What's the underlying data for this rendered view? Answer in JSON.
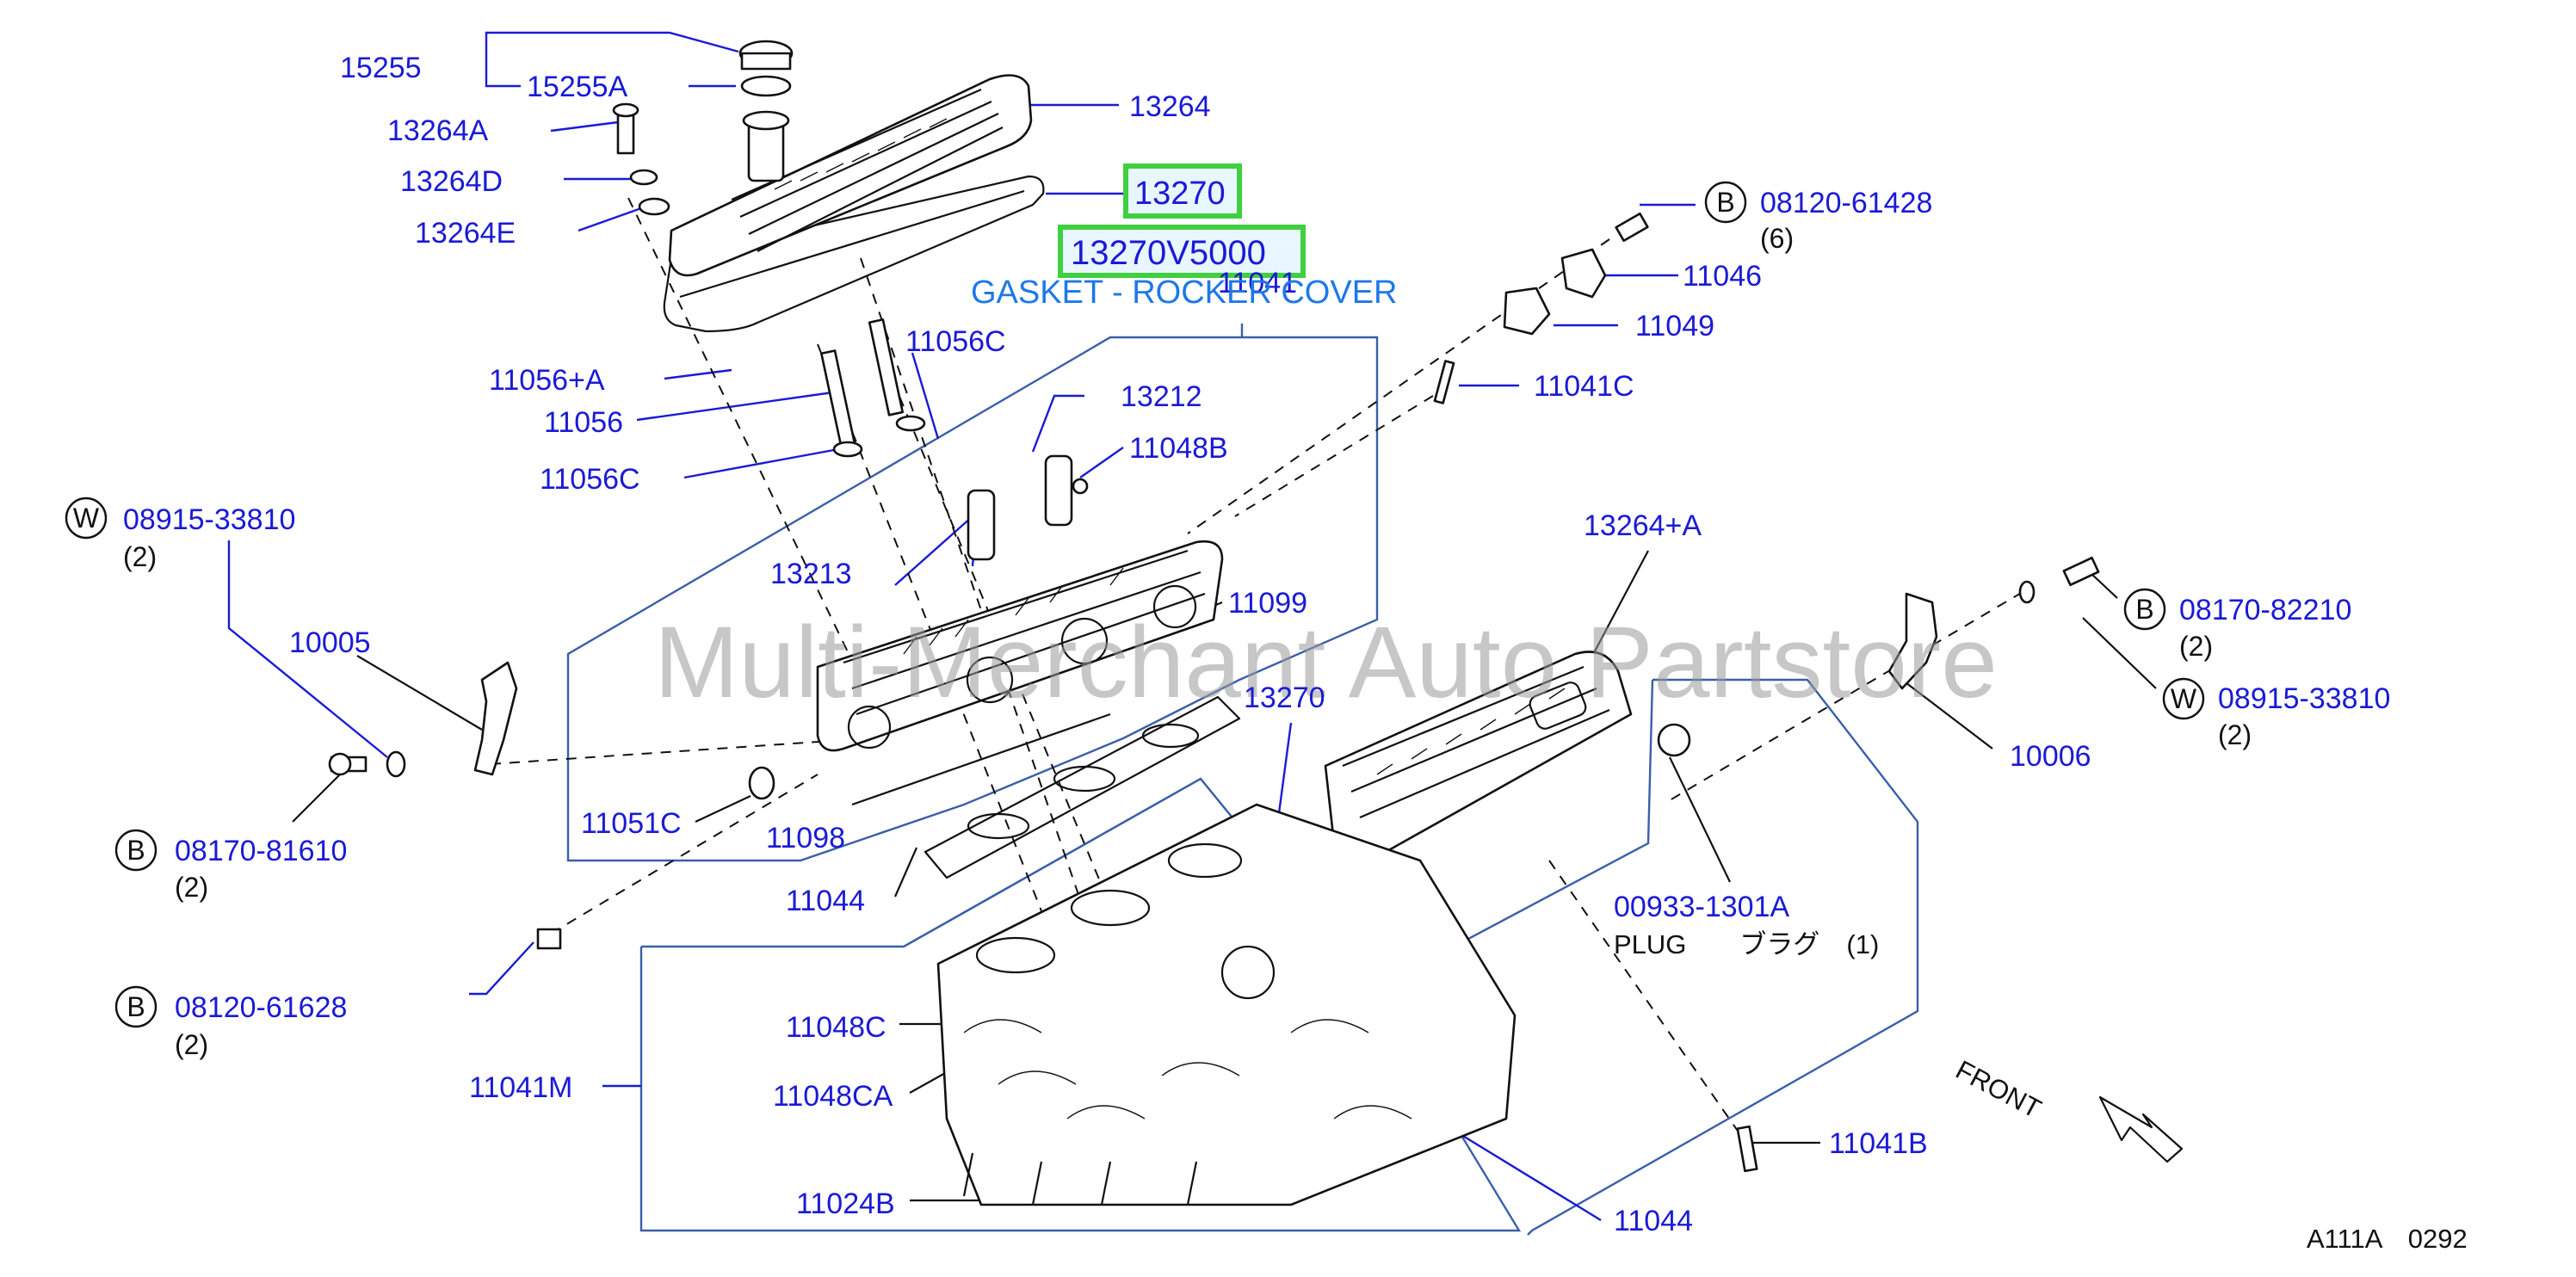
{
  "parts": {
    "p15255": "15255",
    "p15255A": "15255A",
    "p13264": "13264",
    "p13264A": "13264A",
    "p13264D": "13264D",
    "p13264E": "13264E",
    "p13270_top": "13270",
    "p13270V5000": "13270V5000",
    "p11041": "11041",
    "gasket_name": "GASKET - ROCKER COVER",
    "p08120_61428": "08120-61428",
    "q08120_61428": "(6)",
    "p11046": "11046",
    "p11049": "11049",
    "p11041C": "11041C",
    "p11056A": "11056+A",
    "p11056C_top": "11056C",
    "p11056": "11056",
    "p11056C_mid": "11056C",
    "p13212": "13212",
    "p11048B": "11048B",
    "p08915_33810_left": "08915-33810",
    "q08915_33810_left": "(2)",
    "p13213": "13213",
    "p13264A_right": "13264+A",
    "p10005": "10005",
    "p11099": "11099",
    "p08170_82210": "08170-82210",
    "q08170_82210": "(2)",
    "p08915_33810_right": "08915-33810",
    "q08915_33810_right": "(2)",
    "p13270_mid": "13270",
    "p10006": "10006",
    "p11051C": "11051C",
    "p11098": "11098",
    "p08170_81610": "08170-81610",
    "q08170_81610": "(2)",
    "p11044_left": "11044",
    "p00933_1301A": "00933-1301A",
    "plug_note": "PLUG　　ブラグ　(1)",
    "p08120_61628": "08120-61628",
    "q08120_61628": "(2)",
    "p11048C": "11048C",
    "p11041M": "11041M",
    "p11048CA": "11048CA",
    "p11041B": "11041B",
    "p11024B": "11024B",
    "p11044_right": "11044",
    "front": "FRONT",
    "diagram_code": "A111A　0292"
  },
  "callout_letters": {
    "bolt": "B",
    "washer": "W"
  },
  "watermark": "Multi-Merchant Auto Partstore",
  "colors": {
    "label": "#1a1ad6",
    "gasket_name": "#1e78e8",
    "highlight_border": "#3fcf3f",
    "highlight_fill": "#e8f6ff",
    "box_line": "#3a5fa8"
  }
}
